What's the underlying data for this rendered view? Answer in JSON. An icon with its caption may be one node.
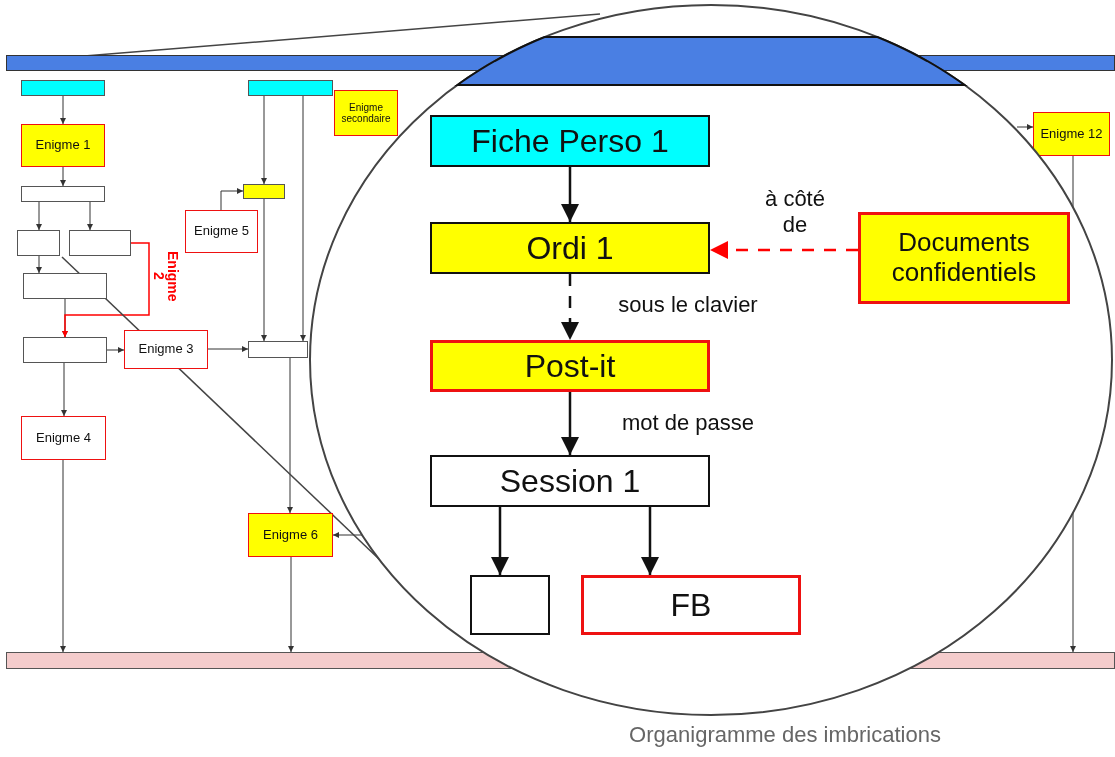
{
  "diagram": {
    "caption": "Organigramme des imbrications",
    "nodes": [
      {
        "text": [],
        "shape": "bar"
      },
      {
        "text": [],
        "shape": "box"
      },
      {
        "text": [],
        "shape": "box"
      },
      {
        "text": [
          "Enigme secondaire"
        ]
      },
      {
        "text": [
          "Enigme 12"
        ]
      },
      {
        "text": [
          "Enigme 1"
        ]
      },
      {
        "text": [],
        "shape": "box"
      },
      {
        "text": [],
        "shape": "box"
      },
      {
        "text": [
          "Enigme 5"
        ]
      },
      {
        "text": [],
        "shape": "box"
      },
      {
        "text": [],
        "shape": "box"
      },
      {
        "text": [],
        "shape": "box"
      },
      {
        "text": [],
        "shape": "box"
      },
      {
        "text": [
          "Enigme 3"
        ]
      },
      {
        "text": [],
        "shape": "box"
      },
      {
        "text": [
          "Enigme 4"
        ]
      },
      {
        "text": [
          "Enigme 6"
        ]
      },
      {
        "text": [],
        "shape": "bar"
      },
      {
        "text": [],
        "shape": "bar"
      },
      {
        "text": [
          "Fiche Perso 1"
        ]
      },
      {
        "text": [
          "Ordi 1"
        ]
      },
      {
        "text": [
          "Documents confidentiels"
        ]
      },
      {
        "text": [
          "Post-it"
        ]
      },
      {
        "text": [
          "Session 1"
        ]
      },
      {
        "text": [],
        "shape": "box"
      },
      {
        "text": [
          "FB"
        ]
      }
    ],
    "edges": [
      {
        "from": 1,
        "to": 5,
        "arrow": "to"
      },
      {
        "from": 5,
        "to": 6,
        "arrow": "to"
      },
      {
        "from": 6,
        "to": 9,
        "arrow": "to"
      },
      {
        "from": 6,
        "to": 10,
        "arrow": "to"
      },
      {
        "from": 9,
        "to": 11,
        "arrow": "to"
      },
      {
        "from": 11,
        "to": 12,
        "arrow": "to"
      },
      {
        "from": 10,
        "to": 12,
        "arrow": "to",
        "label": "Enigme 2",
        "color": "#ff0000"
      },
      {
        "from": 12,
        "to": 13,
        "arrow": "to"
      },
      {
        "from": 13,
        "to": 14,
        "arrow": "to"
      },
      {
        "from": 2,
        "to": 7,
        "arrow": "to"
      },
      {
        "from": 8,
        "to": 7,
        "arrow": "to"
      },
      {
        "from": 7,
        "to": 14,
        "arrow": "to"
      },
      {
        "from": 2,
        "to": 14,
        "arrow": "to"
      },
      {
        "from": 14,
        "to": 16,
        "arrow": "to"
      },
      {
        "from": 12,
        "to": 15,
        "arrow": "to"
      },
      {
        "from": 15,
        "to": 17,
        "arrow": "to"
      },
      {
        "from": 16,
        "to": 17,
        "arrow": "to"
      },
      {
        "from": null,
        "to": 16,
        "arrow": "to"
      },
      {
        "from": null,
        "to": 4,
        "arrow": "to"
      },
      {
        "from": 4,
        "to": 17,
        "arrow": "to"
      },
      {
        "from": 19,
        "to": 20,
        "arrow": "to"
      },
      {
        "from": 21,
        "to": 20,
        "arrow": "to",
        "label": "à côté de",
        "style": "dashed",
        "color": "#ff0000"
      },
      {
        "from": 20,
        "to": 22,
        "arrow": "to",
        "label": "sous le clavier",
        "style": "dashed"
      },
      {
        "from": 22,
        "to": 23,
        "arrow": "to",
        "label": "mot de passe"
      },
      {
        "from": 23,
        "to": 24,
        "arrow": "to"
      },
      {
        "from": 23,
        "to": 25,
        "arrow": "to"
      }
    ]
  }
}
